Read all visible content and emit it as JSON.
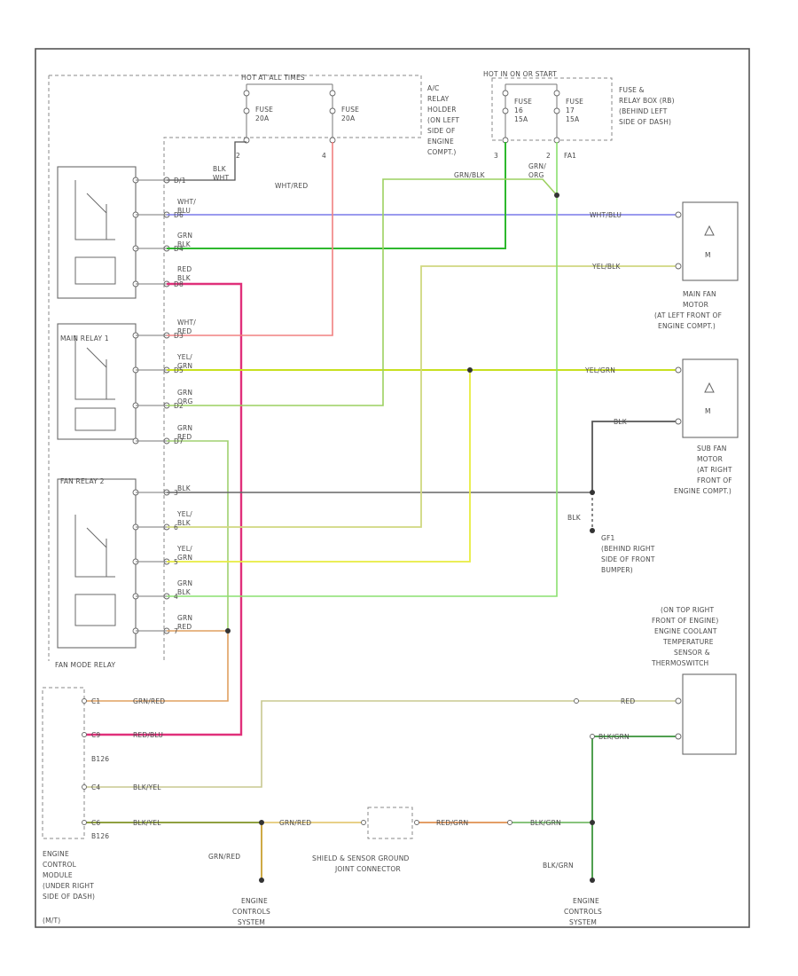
{
  "labels": {
    "hot_at_all_times": "HOT AT ALL TIMES",
    "fuse_20a_1": "FUSE",
    "fuse_20a_1b": "20A",
    "fuse_20a_2": "FUSE",
    "fuse_20a_2b": "20A",
    "ac_relay_1": "A/C",
    "ac_relay_2": "RELAY",
    "ac_relay_3": "HOLDER",
    "ac_relay_4": "(ON LEFT",
    "ac_relay_5": "SIDE OF",
    "ac_relay_6": "ENGINE",
    "ac_relay_7": "COMPT.)",
    "hot_in_on_start": "HOT IN ON OR START",
    "fuse_16": "FUSE",
    "fuse_16b": "16",
    "fuse_16c": "15A",
    "fuse_17": "FUSE",
    "fuse_17b": "17",
    "fuse_17c": "15A",
    "fuse_box_1": "FUSE &",
    "fuse_box_2": "RELAY BOX (RB)",
    "fuse_box_3": "(BEHIND LEFT",
    "fuse_box_4": "SIDE OF DASH)",
    "main_relay_1": "MAIN RELAY 1",
    "fan_relay_2": "FAN RELAY 2",
    "fan_mode_relay": "FAN MODE RELAY",
    "main_fan_1": "MAIN FAN",
    "main_fan_2": "MOTOR",
    "main_fan_3": "(AT LEFT FRONT OF",
    "main_fan_4": "ENGINE COMPT.)",
    "sub_fan_1": "SUB FAN",
    "sub_fan_2": "MOTOR",
    "sub_fan_3": "(AT RIGHT",
    "sub_fan_4": "FRONT OF",
    "sub_fan_5": "ENGINE COMPT.)",
    "gf1_1": "GF1",
    "gf1_2": "(BEHIND RIGHT",
    "gf1_3": "SIDE OF FRONT",
    "gf1_4": "BUMPER)",
    "ect_1": "(ON TOP RIGHT",
    "ect_2": "FRONT OF ENGINE)",
    "ect_3": "ENGINE COOLANT",
    "ect_4": "TEMPERATURE",
    "ect_5": "SENSOR &",
    "ect_6": "THERMOSWITCH",
    "ecm_1": "ENGINE",
    "ecm_2": "CONTROL",
    "ecm_3": "MODULE",
    "ecm_4": "(UNDER RIGHT",
    "ecm_5": "SIDE OF DASH)",
    "ecm_6": "(M/T)",
    "b126_1": "B126",
    "b126_2": "B126",
    "shield_1": "SHIELD & SENSOR GROUND",
    "shield_2": "JOINT CONNECTOR",
    "ecs_1a": "ENGINE",
    "ecs_1b": "CONTROLS",
    "ecs_1c": "SYSTEM",
    "ecs_2a": "ENGINE",
    "ecs_2b": "CONTROLS",
    "ecs_2c": "SYSTEM",
    "p2a": "2",
    "p4a": "4",
    "p3a": "3",
    "p2b": "2",
    "fa1": "FA1",
    "pin_e1": "D/1",
    "pin_e2": "D6",
    "pin_e3": "D4",
    "pin_e4": "D8",
    "pin_e5": "D3",
    "pin_e6": "D5",
    "pin_e7": "D2",
    "pin_e8": "D7",
    "pin_e9": "3",
    "pin_e10": "6",
    "pin_e11": "5",
    "pin_e12": "4",
    "pin_e13": "7",
    "pin_c1": "C1",
    "pin_c2": "C9",
    "pin_c3": "C4",
    "pin_c4": "C6"
  },
  "wires": {
    "w1": "BLK",
    "w1b": "WHT",
    "w2": "WHT/",
    "w2b": "BLU",
    "w3": "GRN",
    "w3b": "BLK",
    "w4": "RED",
    "w4b": "BLK",
    "w5": "WHT/",
    "w5b": "RED",
    "w6": "YEL/",
    "w6b": "GRN",
    "w7": "GRN",
    "w7b": "ORG",
    "w8": "GRN",
    "w8b": "RED",
    "w9": "BLK",
    "w10": "YEL/",
    "w10b": "BLK",
    "w11": "YEL/",
    "w11b": "GRN",
    "w12": "GRN",
    "w12b": "BLK",
    "w13": "GRN",
    "w13b": "RED",
    "whtred": "WHT/RED",
    "grnblk": "GRN/BLK",
    "grnorg": "GRN/",
    "grnorgb": "ORG",
    "whtblu": "WHT/BLU",
    "yelblk": "YEL/BLK",
    "yelgrn": "YEL/GRN",
    "blk_sub": "BLK",
    "blk_gnd": "BLK",
    "grnred": "GRN/RED",
    "redblu": "RED/BLU",
    "blkyel1": "BLK/YEL",
    "blkyel2": "BLK/YEL",
    "grnred2": "GRN/RED",
    "grnred3": "GRN/RED",
    "redgrn": "RED/GRN",
    "blkgrn": "BLK/GRN",
    "blkgrn2": "BLK/GRN",
    "blkgrn3": "BLK/GRN",
    "red_ect": "RED",
    "ecm_p1": "C9",
    "ecm_p2": "C6",
    "ecm_p3": "C4",
    "ecm_p4": "C1"
  }
}
